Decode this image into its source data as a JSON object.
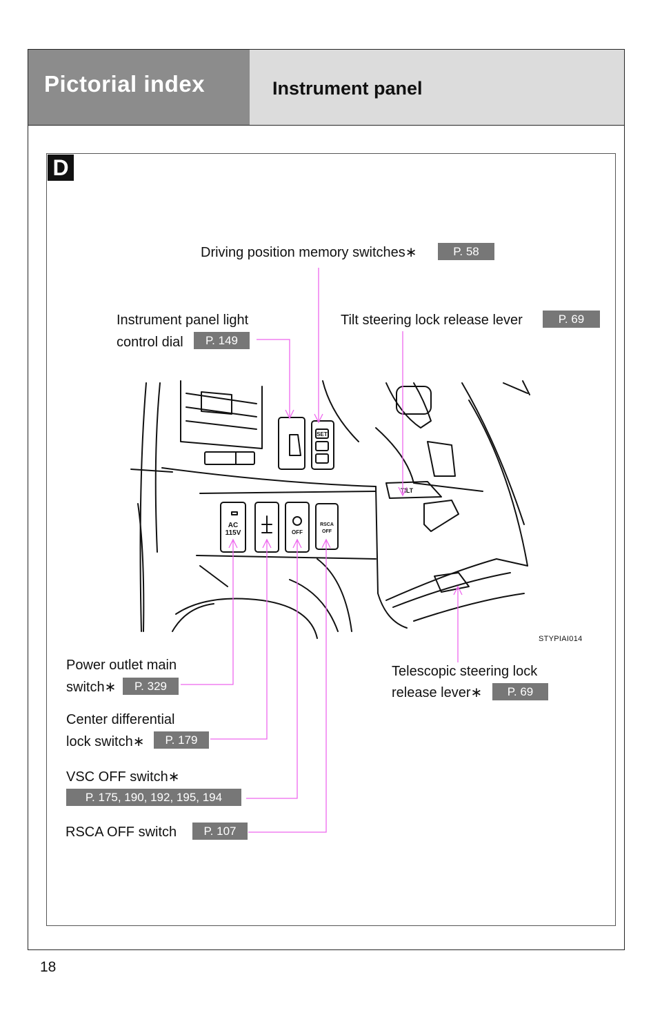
{
  "header": {
    "title": "Pictorial index",
    "subtitle": "Instrument panel"
  },
  "section_badge": "D",
  "callouts": {
    "memory": {
      "label": "Driving position memory switches∗",
      "page": "P. 58"
    },
    "dial": {
      "label_line1": "Instrument panel light",
      "label_line2": "control dial",
      "page": "P. 149"
    },
    "tilt": {
      "label": "Tilt steering lock release lever",
      "page": "P. 69"
    },
    "power": {
      "label_line1": "Power outlet main",
      "label_line2": "switch∗",
      "page": "P. 329"
    },
    "center_diff": {
      "label_line1": "Center differential",
      "label_line2": "lock switch∗",
      "page": "P. 179"
    },
    "vsc": {
      "label": "VSC OFF switch∗",
      "page": "P. 175, 190, 192, 195, 194"
    },
    "rsca": {
      "label": "RSCA OFF switch",
      "page": "P. 107"
    },
    "telescopic": {
      "label_line1": "Telescopic steering lock",
      "label_line2": "release lever∗",
      "page": "P. 69"
    }
  },
  "illustration": {
    "code": "STYPIAI014",
    "switch_labels": {
      "ac": "AC",
      "ac_volt": "115V",
      "vsc_off": "OFF",
      "rsca": "RSCA",
      "rsca_off": "OFF",
      "set": "SET",
      "tilt": "TILT"
    }
  },
  "page_number": "18",
  "colors": {
    "header_left": "#8c8c8c",
    "header_right": "#dcdcdc",
    "page_tag": "#777777",
    "leader_line": "#ee66ee"
  }
}
